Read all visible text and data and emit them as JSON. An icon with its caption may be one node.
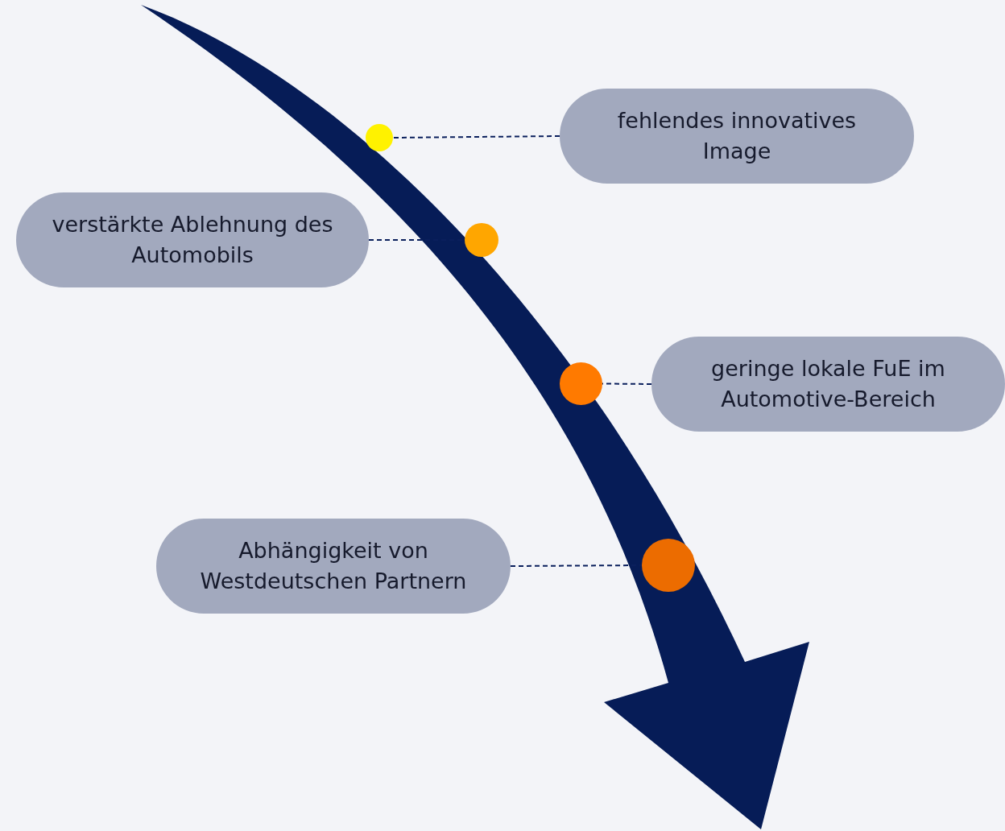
{
  "diagram": {
    "nodes": [
      {
        "text": [
          "fehlendes innovatives Image"
        ]
      },
      {
        "text": [],
        "shape": "circle"
      },
      {
        "text": [
          "verstärkte Ablehnung des Automobils"
        ]
      },
      {
        "text": [],
        "shape": "circle"
      },
      {
        "text": [
          "geringe lokale FuE im Automotive-Bereich"
        ]
      },
      {
        "text": [],
        "shape": "circle"
      },
      {
        "text": [
          "Abhängigkeit von Westdeutschen Partnern"
        ]
      },
      {
        "text": [],
        "shape": "circle"
      }
    ],
    "edges": [
      {
        "from": 0,
        "to": 1,
        "arrow": "none",
        "style": "dashed"
      },
      {
        "from": 2,
        "to": 3,
        "arrow": "none",
        "style": "dashed"
      },
      {
        "from": 4,
        "to": 5,
        "arrow": "none",
        "style": "dashed"
      },
      {
        "from": 6,
        "to": 7,
        "arrow": "none",
        "style": "dashed"
      }
    ]
  }
}
